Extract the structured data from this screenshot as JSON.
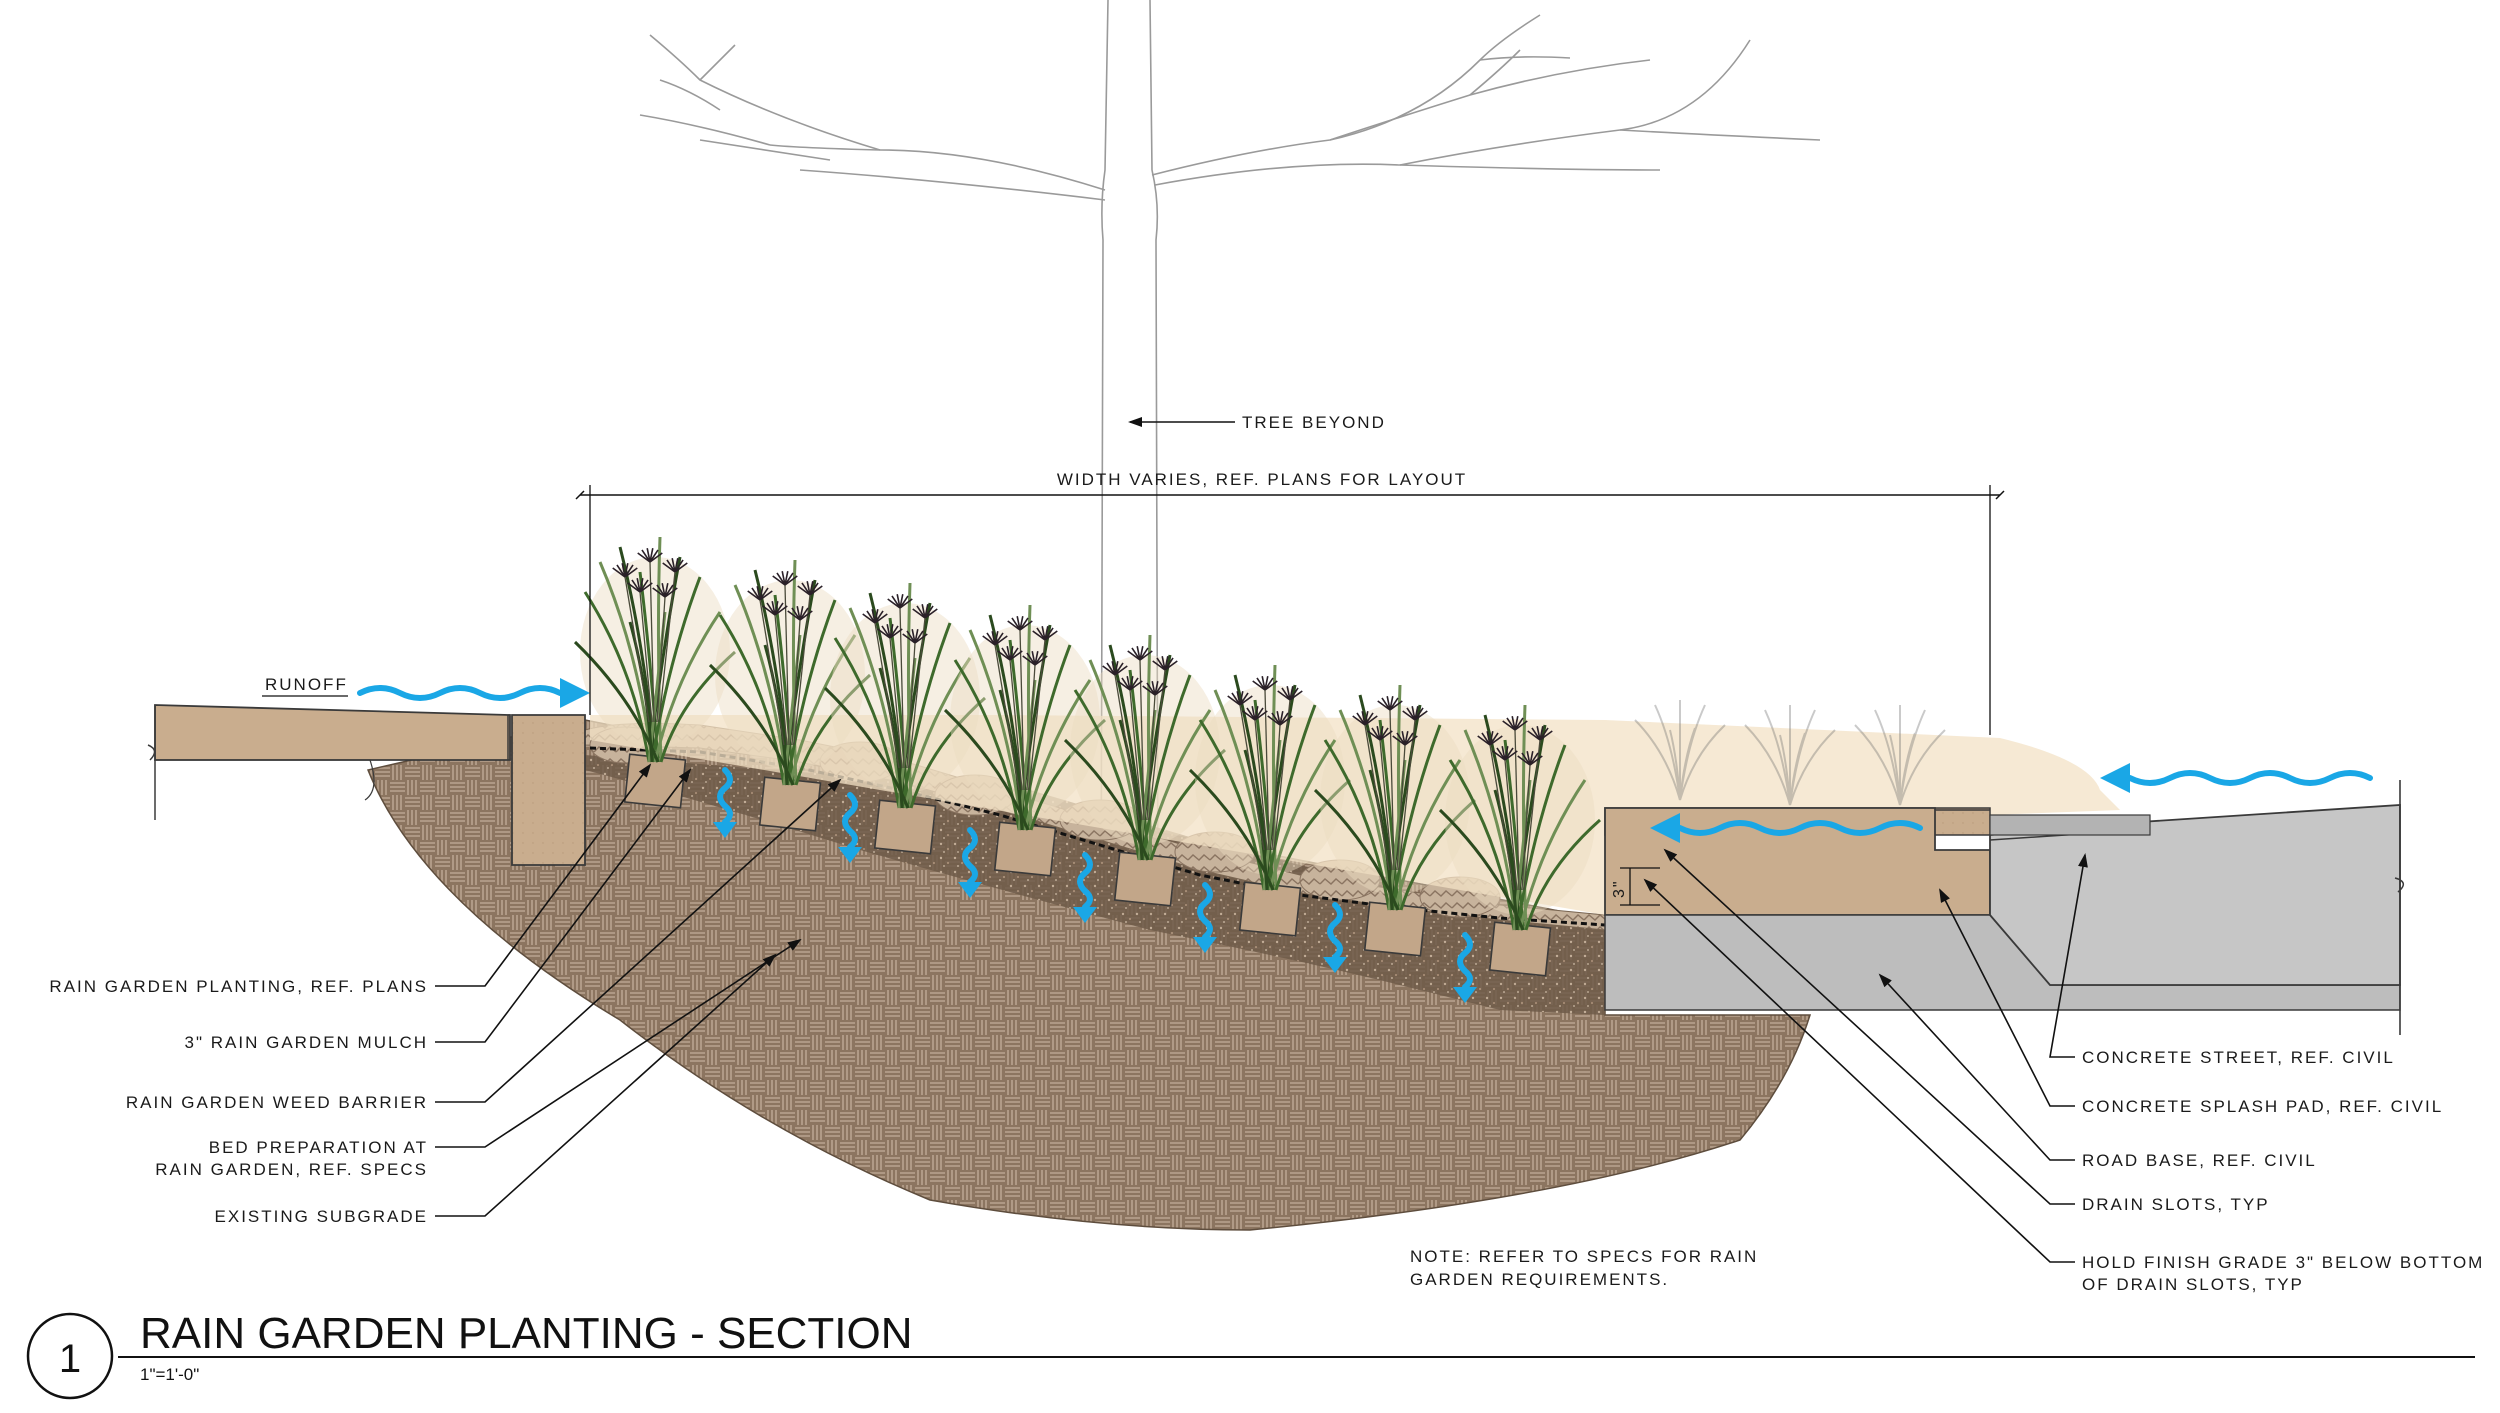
{
  "drawing": {
    "title": "RAIN GARDEN PLANTING - SECTION",
    "scale": "1\"=1'-0\"",
    "detail_number": "1"
  },
  "annotations": {
    "tree_beyond": "TREE BEYOND",
    "width_varies": "WIDTH VARIES, REF. PLANS FOR LAYOUT",
    "runoff": "RUNOFF",
    "dim_3in": "3\"",
    "note_line1": "NOTE: REFER TO SPECS FOR RAIN",
    "note_line2": "GARDEN REQUIREMENTS."
  },
  "left_callouts": [
    {
      "lines": [
        "RAIN GARDEN PLANTING, REF. PLANS"
      ]
    },
    {
      "lines": [
        "3\" RAIN GARDEN MULCH"
      ]
    },
    {
      "lines": [
        "RAIN GARDEN WEED BARRIER"
      ]
    },
    {
      "lines": [
        "BED PREPARATION AT",
        "RAIN GARDEN, REF. SPECS"
      ]
    },
    {
      "lines": [
        "EXISTING SUBGRADE"
      ]
    }
  ],
  "right_callouts": [
    {
      "lines": [
        "CONCRETE STREET, REF. CIVIL"
      ]
    },
    {
      "lines": [
        "CONCRETE SPLASH PAD, REF. CIVIL"
      ]
    },
    {
      "lines": [
        "ROAD BASE, REF. CIVIL"
      ]
    },
    {
      "lines": [
        "DRAIN SLOTS, TYP"
      ]
    },
    {
      "lines": [
        "HOLD FINISH GRADE 3\" BELOW BOTTOM",
        "OF DRAIN SLOTS, TYP"
      ]
    }
  ],
  "colors": {
    "subgrade": "#8c7560",
    "soil_mix": "#6e5a48",
    "mulch": "#cbb8a3",
    "concrete_tan": "#c9ad8e",
    "street_gray": "#c4c4c4",
    "water_arrow": "#1aa7e6",
    "plant_green": "#557a3a",
    "planting_glow": "#f3e1c6"
  },
  "icons": {
    "water_flow": "water-arrow-icon",
    "plant": "grass-plant-icon",
    "tree": "tree-trunk-icon"
  }
}
